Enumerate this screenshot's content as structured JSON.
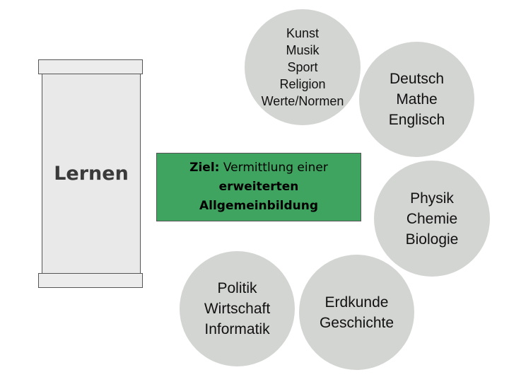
{
  "pillar": {
    "label": "Lernen"
  },
  "goal": {
    "prefix": "Ziel:",
    "text1": " Vermittlung einer",
    "line2": "erweiterten",
    "line3": "Allgemeinbildung"
  },
  "circles": {
    "arts": [
      "Kunst",
      "Musik",
      "Sport",
      "Religion",
      "Werte/Normen"
    ],
    "core": [
      "Deutsch",
      "Mathe",
      "Englisch"
    ],
    "sciences": [
      "Physik",
      "Chemie",
      "Biologie"
    ],
    "history": [
      "Erdkunde",
      "Geschichte"
    ],
    "politics": [
      "Politik",
      "Wirtschaft",
      "Informatik"
    ]
  },
  "colors": {
    "goal_fill": "#3fa45f",
    "circle_fill": "#d3d5d2",
    "pillar_fill": "#e9e9e9"
  }
}
